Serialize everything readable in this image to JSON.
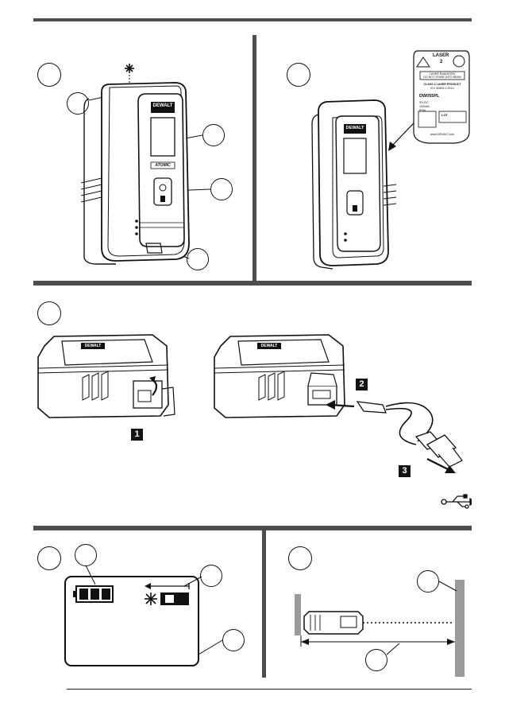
{
  "brand": {
    "logo_text": "DEWALT",
    "model_text": "ATOMIC"
  },
  "laser_label": {
    "class_text": "LASER",
    "class_number": "2",
    "line1": "LASER RADIATION",
    "line2": "DO NOT STARE INTO BEAM",
    "line3": "CLASS 2 LASER PRODUCT",
    "line4": "IEC 60825-1:2014",
    "model": "DW055PL",
    "spec1": "3V DC",
    "spec2": "100mA",
    "spec3": "IP54",
    "lot_label": "LOT",
    "website": "www.DEWALT.com"
  },
  "steps": {
    "one": "1",
    "two": "2",
    "three": "3"
  },
  "icons": [
    "laser-star-icon",
    "usb-icon",
    "battery-icon",
    "arrow-icon"
  ],
  "colors": {
    "rule": "#4d4d4d",
    "ink": "#111111",
    "badge": "#141414",
    "wall": "#9a9a9a"
  }
}
